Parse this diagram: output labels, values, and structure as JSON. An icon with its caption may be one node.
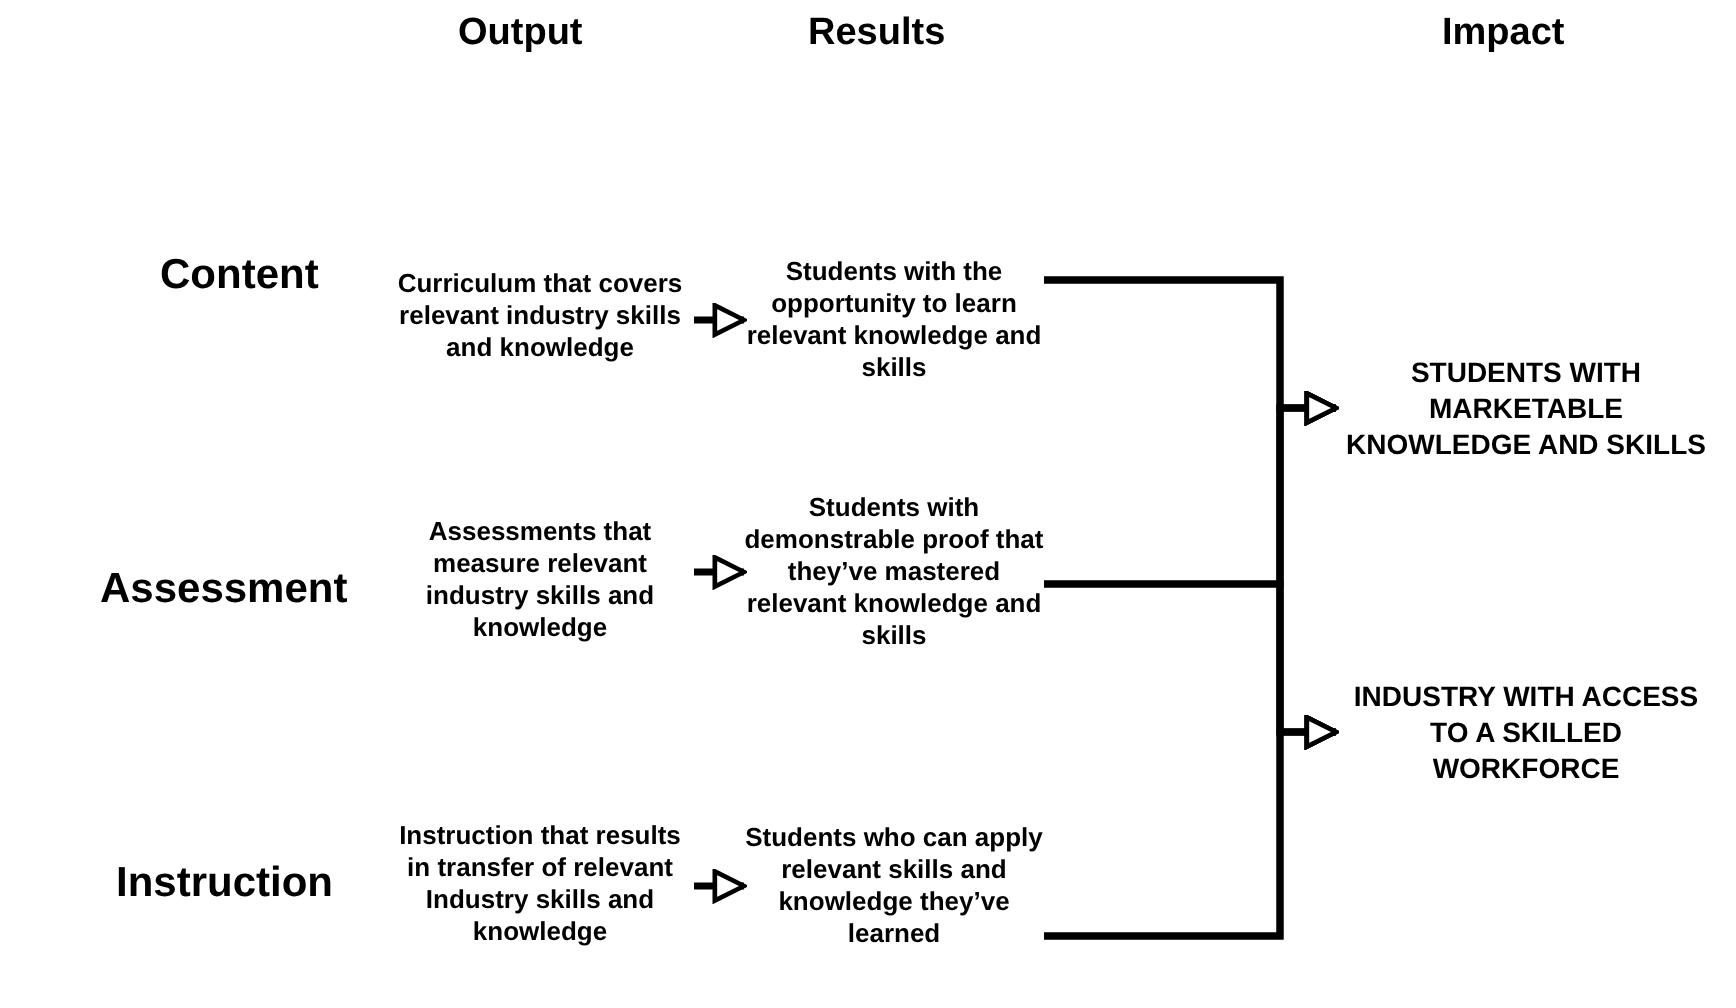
{
  "diagram": {
    "nodes": [
      {
        "text": [
          "Curriculum that covers relevant industry skills and knowledge"
        ]
      },
      {
        "text": [
          "Assessments that measure relevant industry skills and knowledge"
        ]
      },
      {
        "text": [
          "Instruction that results in transfer of relevant Industry skills and knowledge"
        ]
      },
      {
        "text": [
          "Students with the opportunity to learn relevant knowledge and skills"
        ]
      },
      {
        "text": [
          "Students with demonstrable proof that they’ve mastered relevant knowledge and skills"
        ]
      },
      {
        "text": [
          "Students who can apply relevant skills and knowledge they’ve learned"
        ]
      },
      {
        "text": [
          "STUDENTS WITH MARKETABLE KNOWLEDGE AND SKILLS"
        ]
      },
      {
        "text": [
          "INDUSTRY WITH ACCESS TO A SKILLED WORKFORCE"
        ]
      }
    ],
    "edges": [
      {
        "from": 0,
        "to": 3,
        "arrow": "to"
      },
      {
        "from": 1,
        "to": 4,
        "arrow": "to"
      },
      {
        "from": 2,
        "to": 5,
        "arrow": "to"
      },
      {
        "from": 3,
        "to": 6,
        "arrow": "to"
      },
      {
        "from": 4,
        "to": 6,
        "arrow": "to"
      },
      {
        "from": 5,
        "to": 6,
        "arrow": "to"
      },
      {
        "from": 3,
        "to": 7,
        "arrow": "to"
      },
      {
        "from": 4,
        "to": 7,
        "arrow": "to"
      },
      {
        "from": 5,
        "to": 7,
        "arrow": "to"
      }
    ],
    "labels": [
      "Output",
      "Results",
      "Impact",
      "Content",
      "Assessment",
      "Instruction"
    ]
  }
}
